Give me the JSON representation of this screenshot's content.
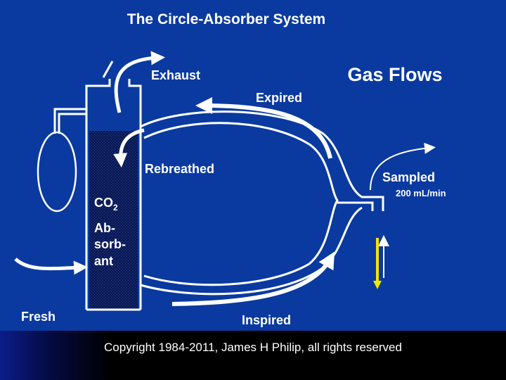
{
  "title": "The Circle-Absorber System",
  "subtitle": "Gas Flows",
  "labels": {
    "exhaust": "Exhaust",
    "expired": "Expired",
    "rebreathed": "Rebreathed",
    "sampled": "Sampled",
    "sample_rate": "200 mL/min",
    "fresh": "Fresh",
    "inspired": "Inspired",
    "co2_main": "CO",
    "co2_sub": "2",
    "absorbent_line1": "Ab-",
    "absorbent_line2": "sorb-",
    "absorbent_line3": "ant"
  },
  "footer": {
    "copyright": "Copyright 1984-2011, James H Philip, all rights reserved"
  },
  "colors": {
    "background": "#0a3aa0",
    "canister": "#0a1a55",
    "lines": "#ffffff",
    "sampled_arrow": "#f2e600"
  }
}
